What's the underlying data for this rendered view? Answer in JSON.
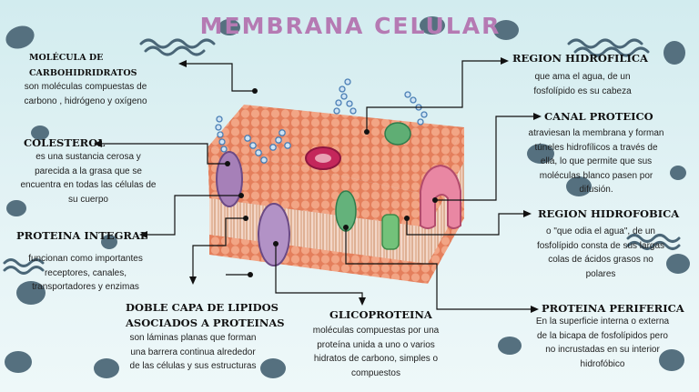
{
  "title": "MEMBRANA CELULAR",
  "labels": {
    "carbohidratos": {
      "heading": "MOLÉCULA DE CARBOHIDRIDRATOS",
      "text": "son moléculas compuestas de carbono , hidrógeno y oxígeno"
    },
    "colesterol": {
      "heading": "COLESTEROL",
      "text": "es una sustancia cerosa y parecida a la grasa que se encuentra en todas las células de su cuerpo"
    },
    "proteina_integral": {
      "heading": "PROTEINA INTEGRAL",
      "text": "funcionan como importantes receptores, canales, transportadores y enzimas"
    },
    "doble_capa": {
      "heading_line1": "DOBLE CAPA DE LIPIDOS",
      "heading_line2": "ASOCIADOS A PROTEINAS",
      "text": "son láminas planas que forman una barrera continua alrededor de las células y sus estructuras"
    },
    "glicoproteina": {
      "heading": "GLICOPROTEINA",
      "text": "moléculas compuestas por una proteína unida a uno o varios hidratos de carbono, simples o compuestos"
    },
    "region_hidrofilica": {
      "heading": "REGION HIDROFILICA",
      "text": "que ama el agua, de un fosfolípido es su cabeza"
    },
    "canal_proteico": {
      "heading": "CANAL PROTEICO",
      "text": "atraviesan la membrana y forman túneles hidrofílicos a través de ella, lo que permite que sus moléculas blanco pasen por difusión."
    },
    "region_hidrofobica": {
      "heading": "REGION HIDROFOBICA",
      "text": "o \"que odia el agua\", de un fosfolípido consta de sus largas colas de ácidos grasos no polares"
    },
    "proteina_periferica": {
      "heading": "PROTEINA PERIFERICA",
      "text": "En la superficie interna o externa de la bicapa de fosfolípidos pero no incrustadas en su interior hidrofóbico"
    }
  },
  "colors": {
    "title": "#b57ab3",
    "heads": "#ef9a7d",
    "blob": "#4f6a7a",
    "line": "#111111"
  }
}
